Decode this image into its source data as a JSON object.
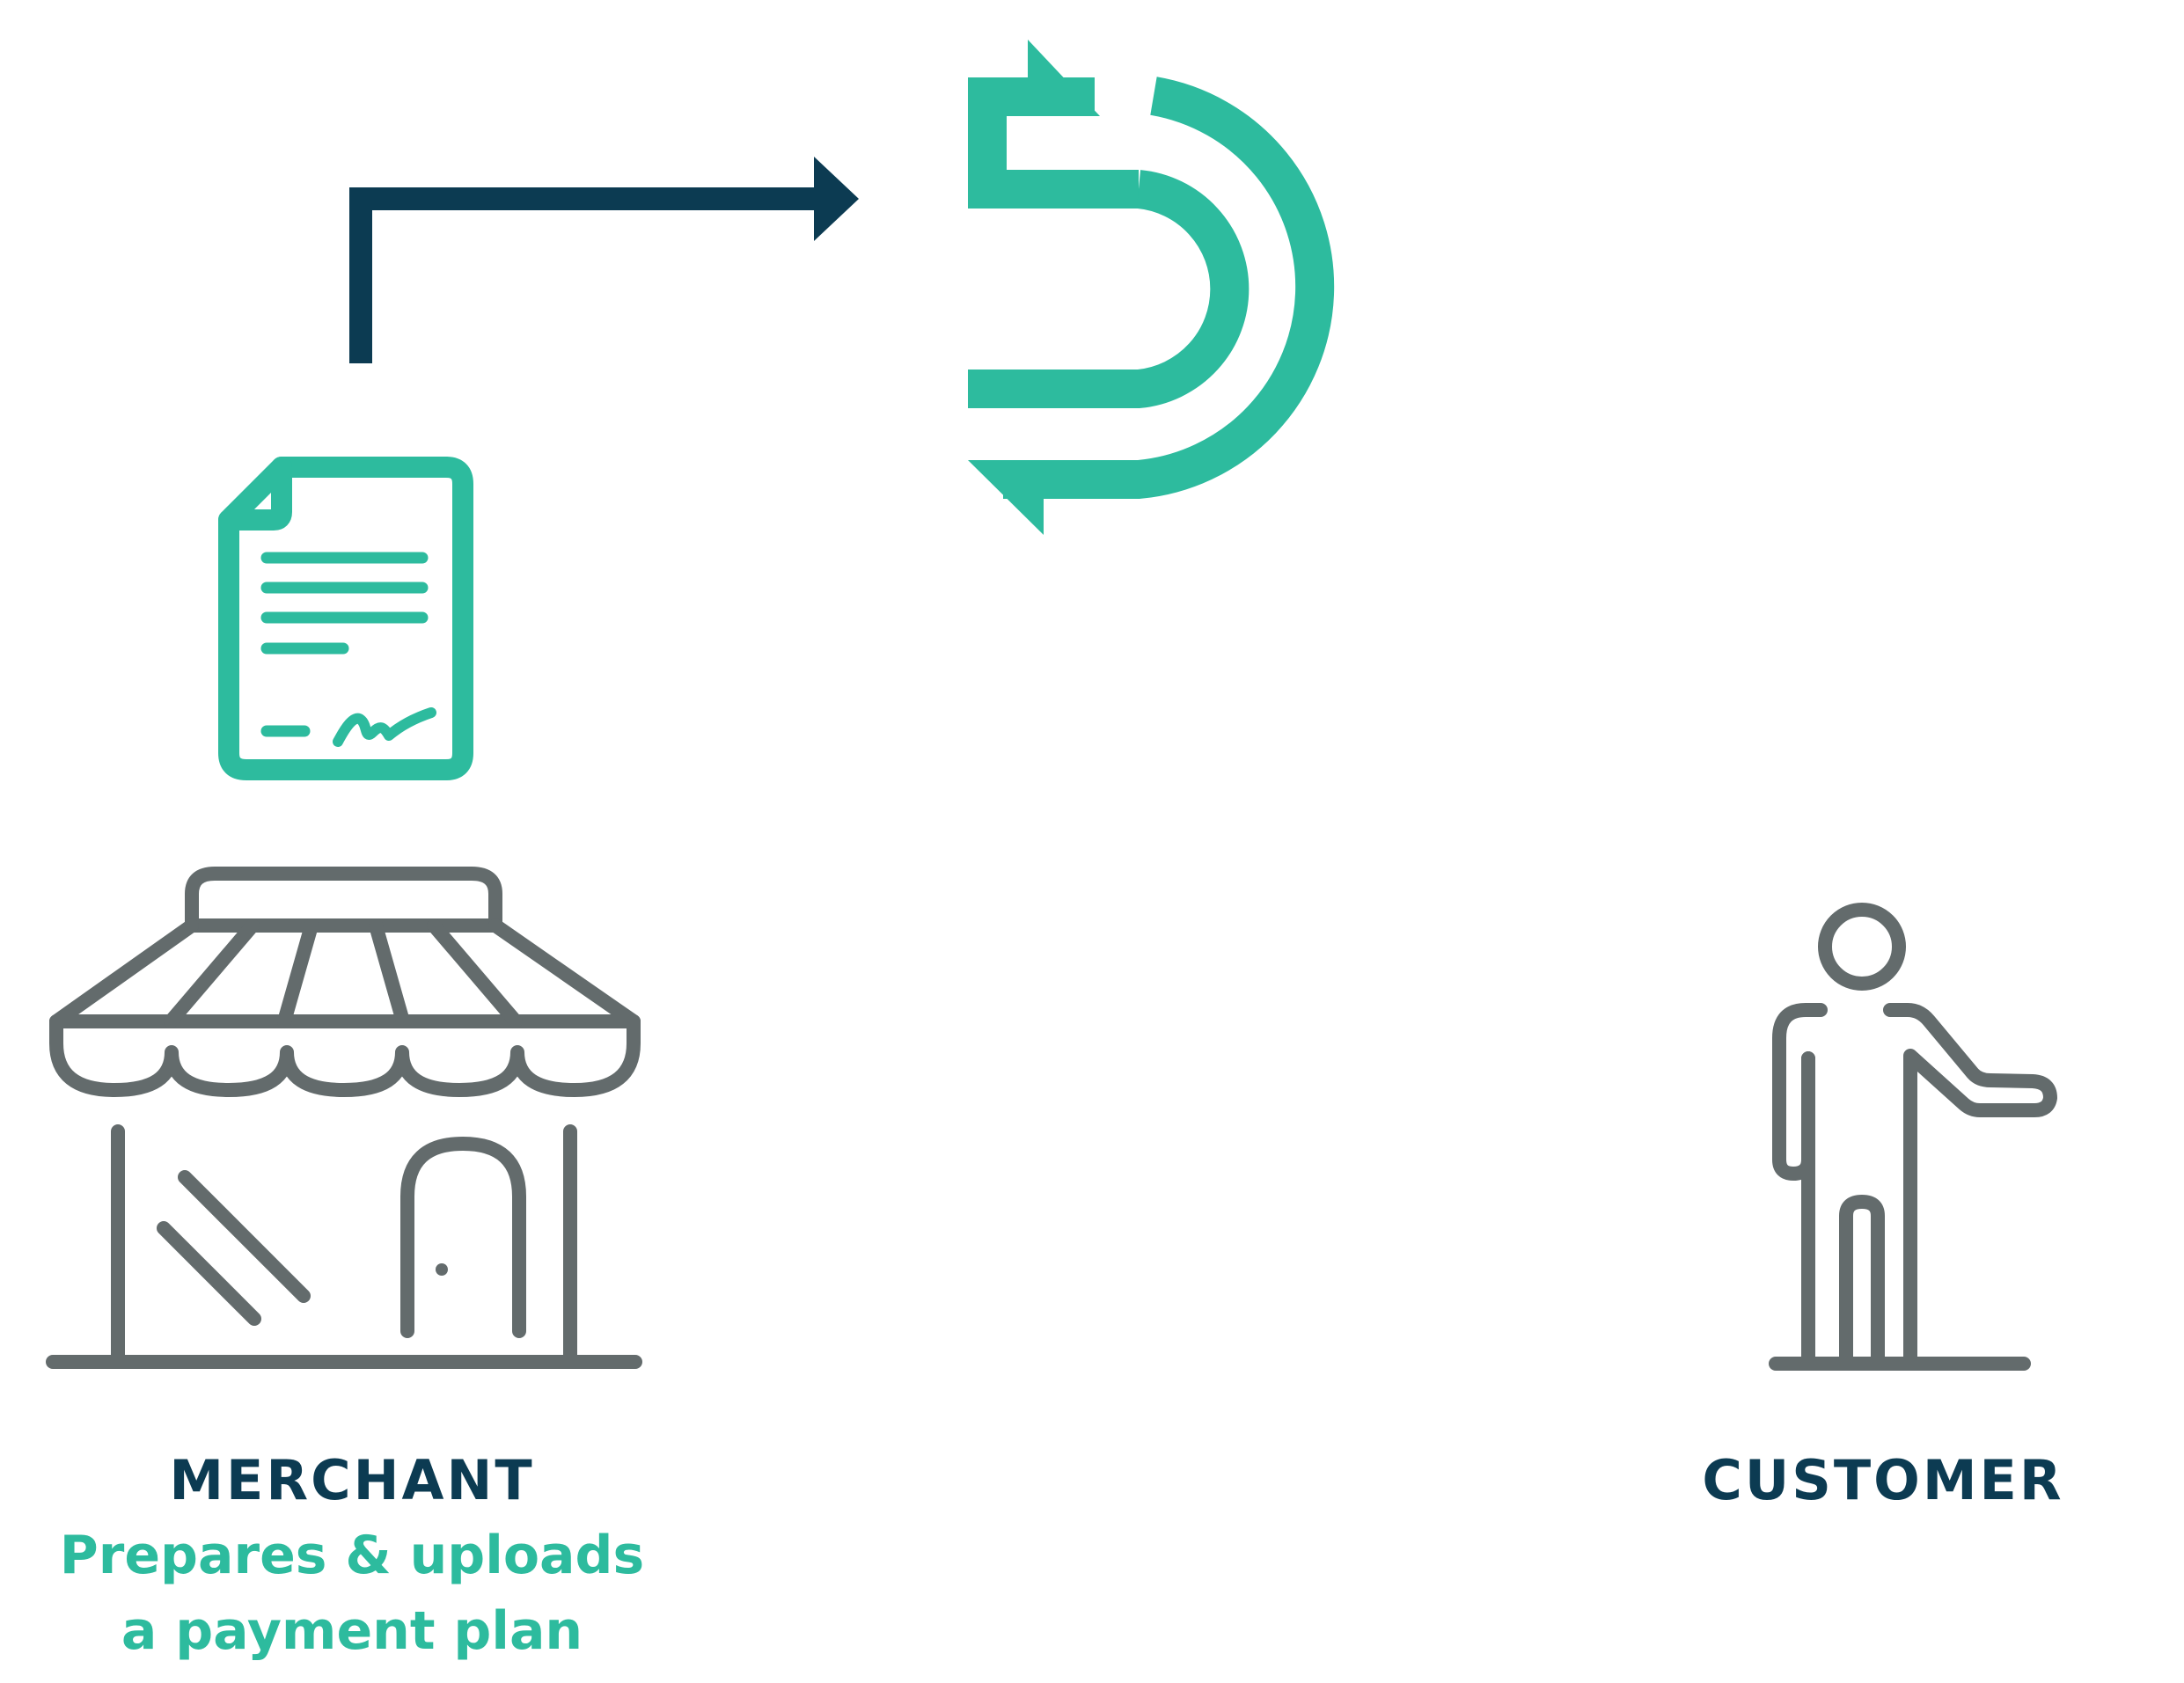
{
  "colors": {
    "navy": "#0c3b52",
    "teal": "#2dbb9e",
    "gray": "#636b6c",
    "background": "#ffffff"
  },
  "icons": {
    "arrow": "elbow-arrow-right-icon",
    "sync": "sync-loop-icon",
    "document": "signed-document-icon",
    "store": "storefront-icon",
    "person": "person-pointing-icon"
  },
  "merchant": {
    "title": "MERCHANT",
    "description_line1": "Prepares & uploads",
    "description_line2": "a payment plan"
  },
  "customer": {
    "title": "CUSTOMER"
  }
}
